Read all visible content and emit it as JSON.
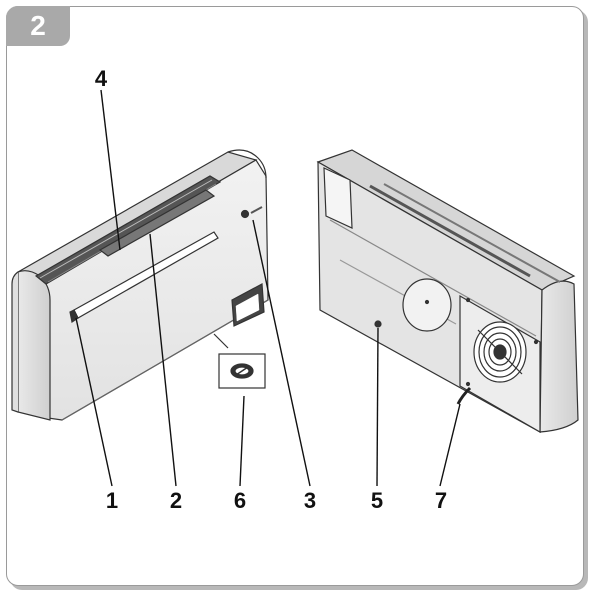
{
  "figure": {
    "number": "2"
  },
  "callouts": {
    "c1": "1",
    "c2": "2",
    "c3": "3",
    "c4": "4",
    "c5": "5",
    "c6": "6",
    "c7": "7"
  }
}
